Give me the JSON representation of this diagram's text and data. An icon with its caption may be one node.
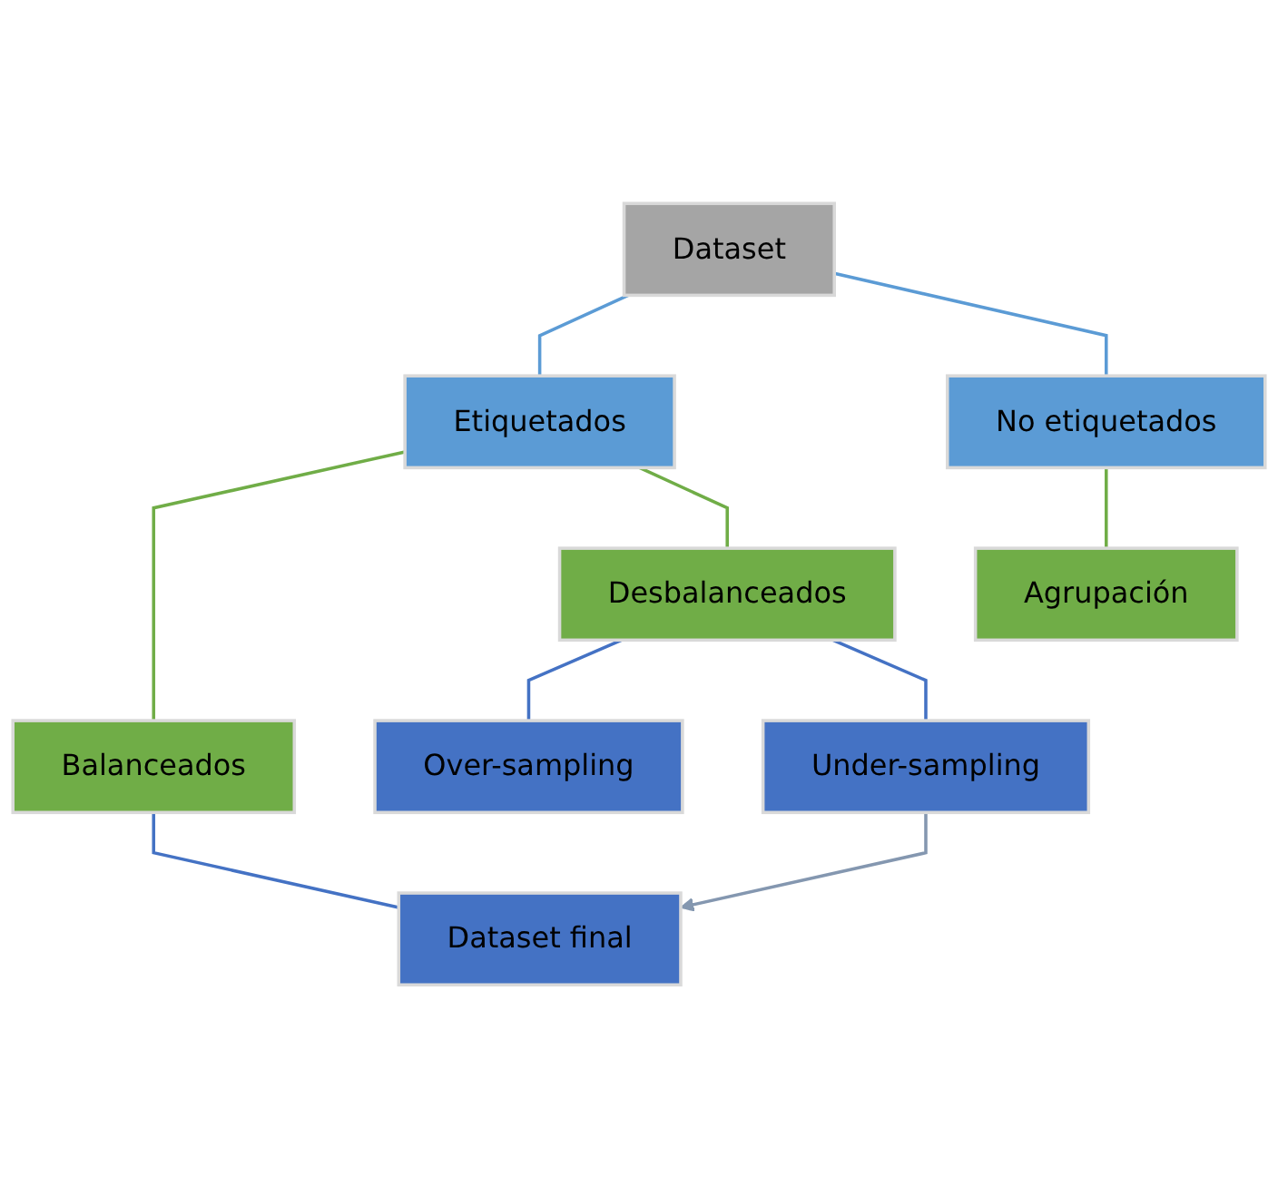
{
  "diagram": {
    "nodes": [
      {
        "text": [
          "Dataset"
        ]
      },
      {
        "text": [
          "Etiquetados"
        ]
      },
      {
        "text": [
          "No etiquetados"
        ]
      },
      {
        "text": [
          "Balanceados"
        ]
      },
      {
        "text": [
          "Desbalanceados"
        ]
      },
      {
        "text": [
          "Agrupación"
        ]
      },
      {
        "text": [
          "Dataset final"
        ]
      },
      {
        "text": [
          "Over-sampling"
        ]
      },
      {
        "text": [
          "Under-sampling"
        ]
      }
    ],
    "edges": [
      {
        "from": 0,
        "to": 1,
        "arrow": "none",
        "color": "#5b9bd5"
      },
      {
        "from": 0,
        "to": 2,
        "arrow": "none",
        "color": "#5b9bd5"
      },
      {
        "from": 1,
        "to": 3,
        "arrow": "none",
        "color": "#70ad47"
      },
      {
        "from": 1,
        "to": 4,
        "arrow": "none",
        "color": "#70ad47"
      },
      {
        "from": 2,
        "to": 5,
        "arrow": "none",
        "color": "#70ad47"
      },
      {
        "from": 3,
        "to": 6,
        "arrow": "none",
        "color": "#4472c4"
      },
      {
        "from": 4,
        "to": 7,
        "arrow": "none",
        "color": "#4472c4"
      },
      {
        "from": 4,
        "to": 8,
        "arrow": "none",
        "color": "#4472c4"
      },
      {
        "from": 8,
        "to": 6,
        "arrow": "to",
        "color": "#8497b0"
      }
    ]
  }
}
